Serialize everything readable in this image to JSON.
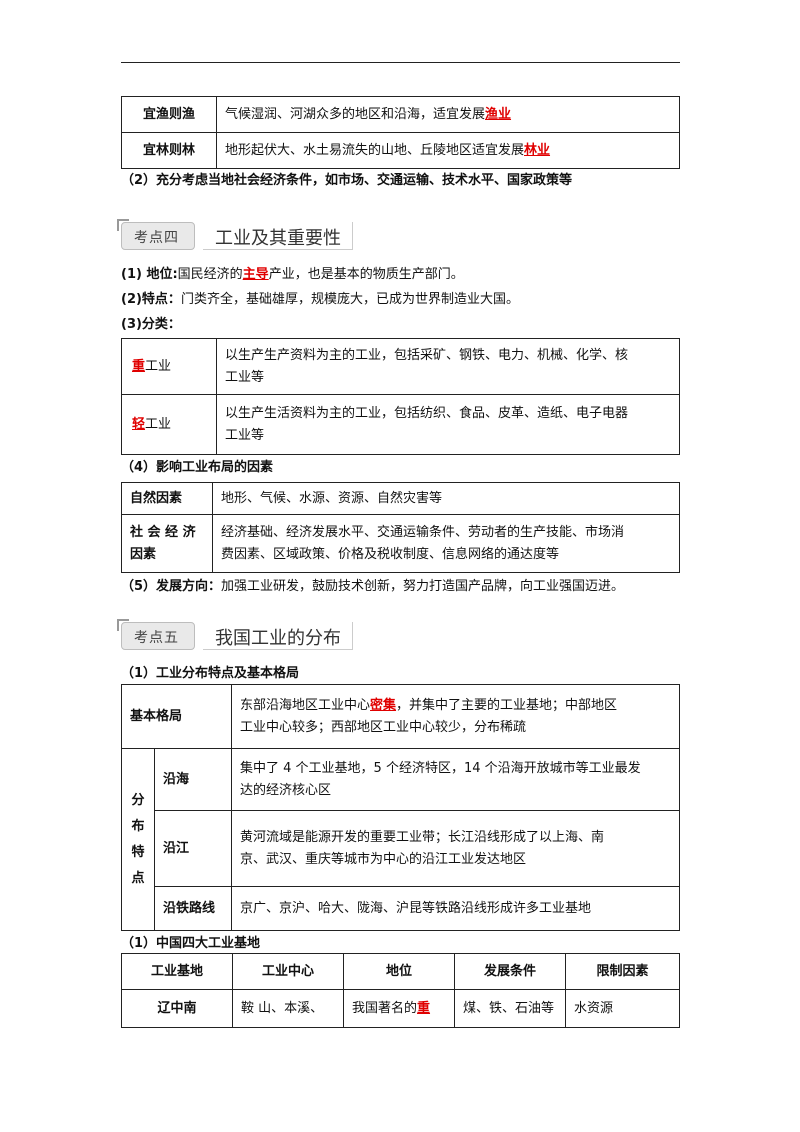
{
  "table1": {
    "rows": [
      {
        "label": "宜渔则渔",
        "text": "气候湿润、河湖众多的地区和沿海，适宜发展",
        "key": "渔业"
      },
      {
        "label": "宜林则林",
        "text": "地形起伏大、水土易流失的山地、丘陵地区适宜发展",
        "key": "林业"
      }
    ]
  },
  "note2": "（2）充分考虑当地社会经济条件，如市场、交通运输、技术水平、国家政策等",
  "section4": {
    "tag": "考点四",
    "title": "工业及其重要性"
  },
  "point1": {
    "label": "(1) 地位:",
    "pre": "国民经济的",
    "key": "主导",
    "post": "产业，也是基本的物质生产部门。"
  },
  "point2": {
    "label": "(2)特点：",
    "text": "门类齐全，基础雄厚，规模庞大，已成为世界制造业大国。"
  },
  "point3": {
    "label": "(3)分类："
  },
  "table2": {
    "rows": [
      {
        "key": "重",
        "label": "工业",
        "line1": "以生产生产资料为主的工业，包括采矿、钢铁、电力、机械、化学、核",
        "line2": "工业等"
      },
      {
        "key": "轻",
        "label": "工业",
        "line1": "以生产生活资料为主的工业，包括纺织、食品、皮革、造纸、电子电器",
        "line2": "工业等"
      }
    ]
  },
  "point4": "（4）影响工业布局的因素",
  "table3": {
    "rows": [
      {
        "label1": "自然因素",
        "label2": "",
        "line1": "地形、气候、水源、资源、自然灾害等",
        "line2": ""
      },
      {
        "label1": "社 会 经 济",
        "label2": "因素",
        "line1": "经济基础、经济发展水平、交通运输条件、劳动者的生产技能、市场消",
        "line2": "费因素、区域政策、价格及税收制度、信息网络的通达度等"
      }
    ]
  },
  "point5": {
    "label": "（5）发展方向：",
    "text": "加强工业研发，鼓励技术创新，努力打造国产品牌，向工业强国迈进。"
  },
  "section5": {
    "tag": "考点五",
    "title": "我国工业的分布"
  },
  "sub1": "（1）工业分布特点及基本格局",
  "table4": {
    "basic": {
      "label": "基本格局",
      "pre": "东部沿海地区工业中心",
      "key": "密集",
      "post": "，并集中了主要的工业基地；中部地区",
      "line2": "工业中心较多；西部地区工业中心较少，分布稀疏"
    },
    "group": [
      "分",
      "布",
      "特",
      "点"
    ],
    "rows": [
      {
        "label": "沿海",
        "line1": "集中了 4 个工业基地，5 个经济特区，14 个沿海开放城市等工业最发",
        "line2": "达的经济核心区"
      },
      {
        "label": "沿江",
        "line1": "黄河流域是能源开发的重要工业带；长江沿线形成了以上海、南",
        "line2": "京、武汉、重庆等城市为中心的沿江工业发达地区"
      },
      {
        "label": "沿铁路线",
        "line1": "京广、京沪、哈大、陇海、沪昆等铁路沿线形成许多工业基地",
        "line2": ""
      }
    ]
  },
  "sub2": "（1）中国四大工业基地",
  "table5": {
    "headers": [
      "工业基地",
      "工业中心",
      "地位",
      "发展条件",
      "限制因素"
    ],
    "row": {
      "c1": "辽中南",
      "c2": "鞍 山、本溪、",
      "c3pre": "我国著名的",
      "c3key": "重",
      "c4": "煤、铁、石油等",
      "c5": "水资源"
    }
  }
}
